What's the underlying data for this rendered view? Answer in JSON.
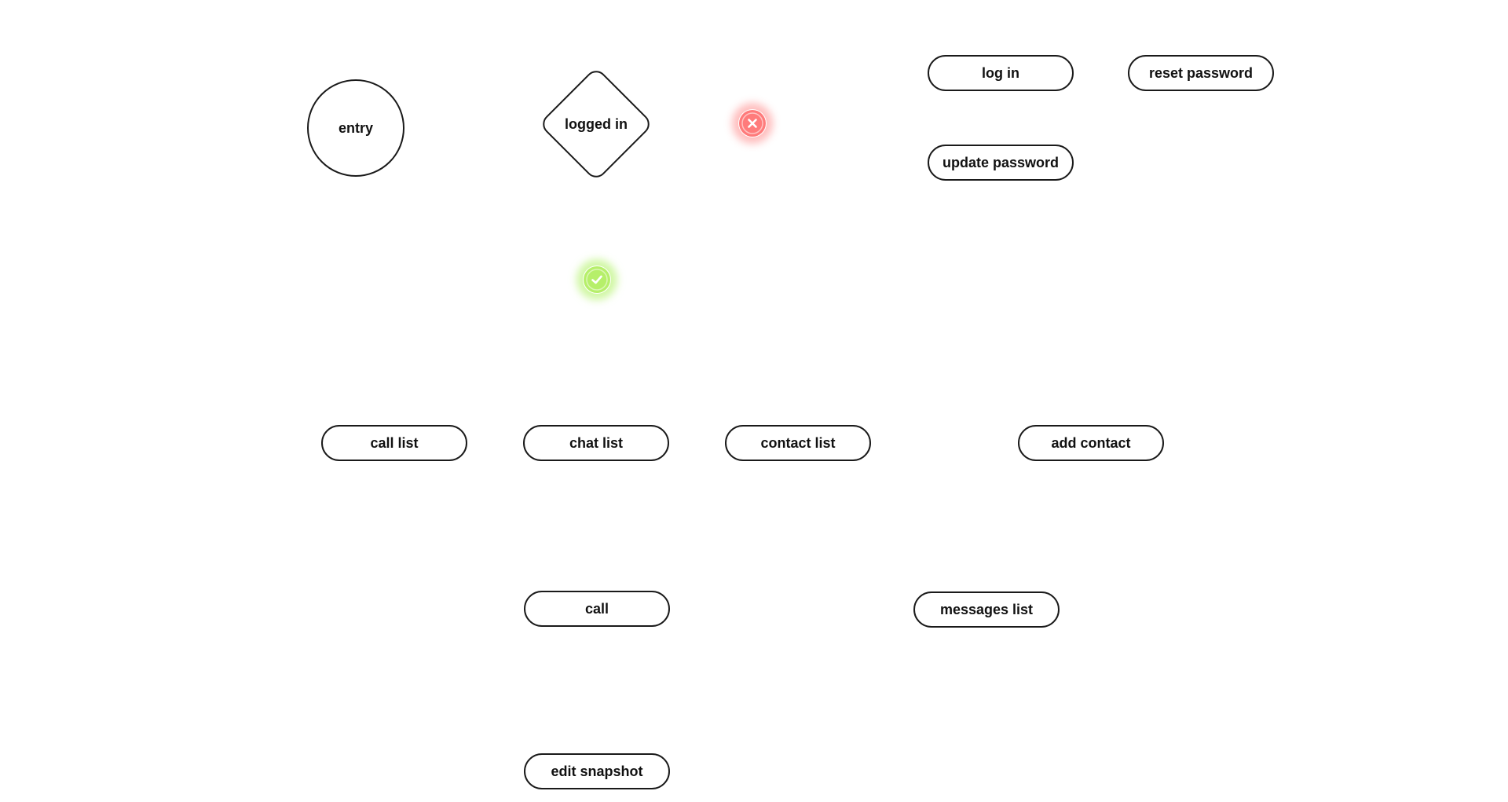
{
  "nodes": {
    "entry": "entry",
    "logged_in": "logged in",
    "log_in": "log in",
    "reset_password": "reset password",
    "update_password": "update password",
    "call_list": "call list",
    "chat_list": "chat list",
    "contact_list": "contact list",
    "add_contact": "add contact",
    "call": "call",
    "messages_list": "messages list",
    "edit_snapshot": "edit snapshot"
  },
  "badges": {
    "error": {
      "icon": "close-icon",
      "color": "#ff7b7b"
    },
    "success": {
      "icon": "check-icon",
      "color": "#b6ef6a"
    }
  },
  "colors": {
    "stroke": "#1a1a1a",
    "text": "#111111",
    "background": "#ffffff"
  }
}
